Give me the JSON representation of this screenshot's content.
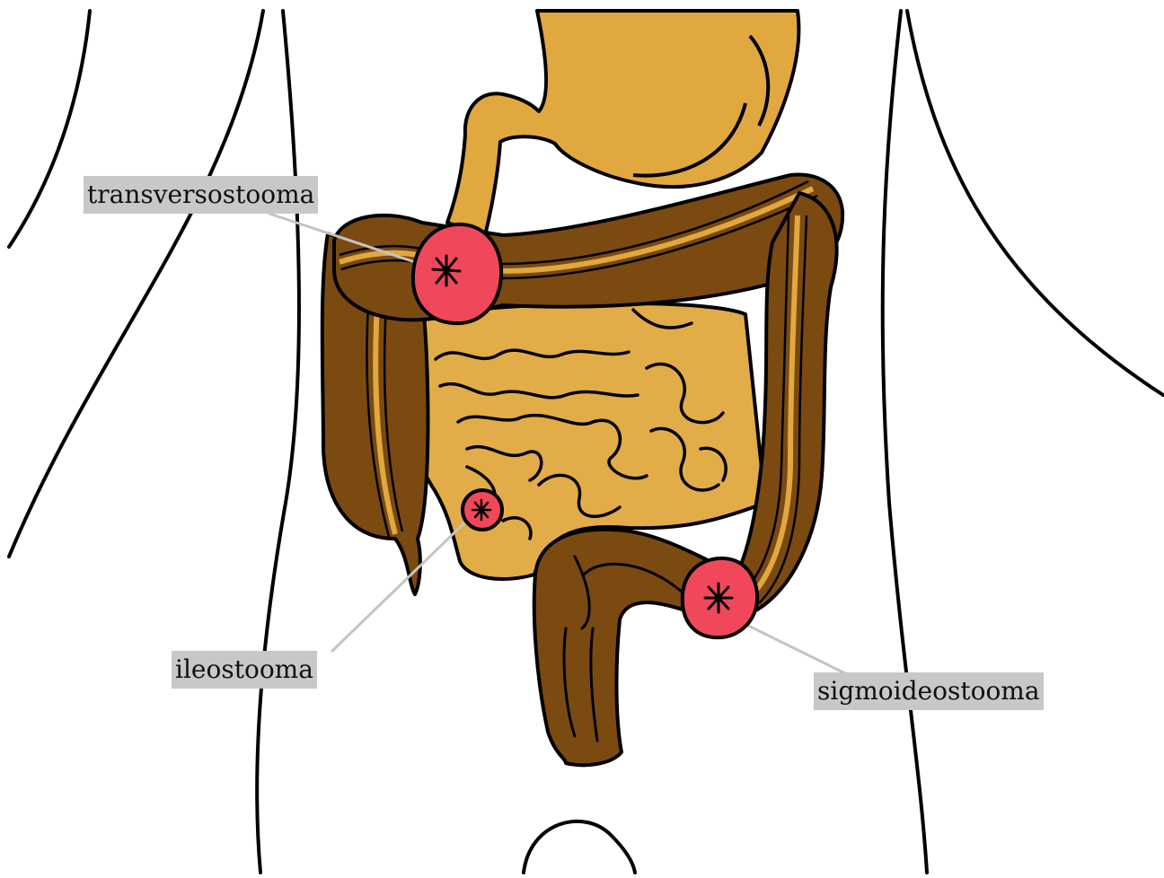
{
  "colors": {
    "background": "#ffffff",
    "outline": "#000000",
    "stomach": "#e0a83f",
    "small_intestine": "#e2ac48",
    "colon": "#7a4a10",
    "colon_stripe": "#e0a83f",
    "stoma": "#f0485a",
    "label_bg": "#c8c8c8",
    "leader_line": "#c4c4c4"
  },
  "labels": {
    "transverse": "transversostooma",
    "ileo": "ileostooma",
    "sigmoid": "sigmoideostooma"
  },
  "icons": {
    "stoma_transverse": "stoma-opening-icon",
    "stoma_ileo": "stoma-opening-icon",
    "stoma_sigmoid": "stoma-opening-icon"
  }
}
